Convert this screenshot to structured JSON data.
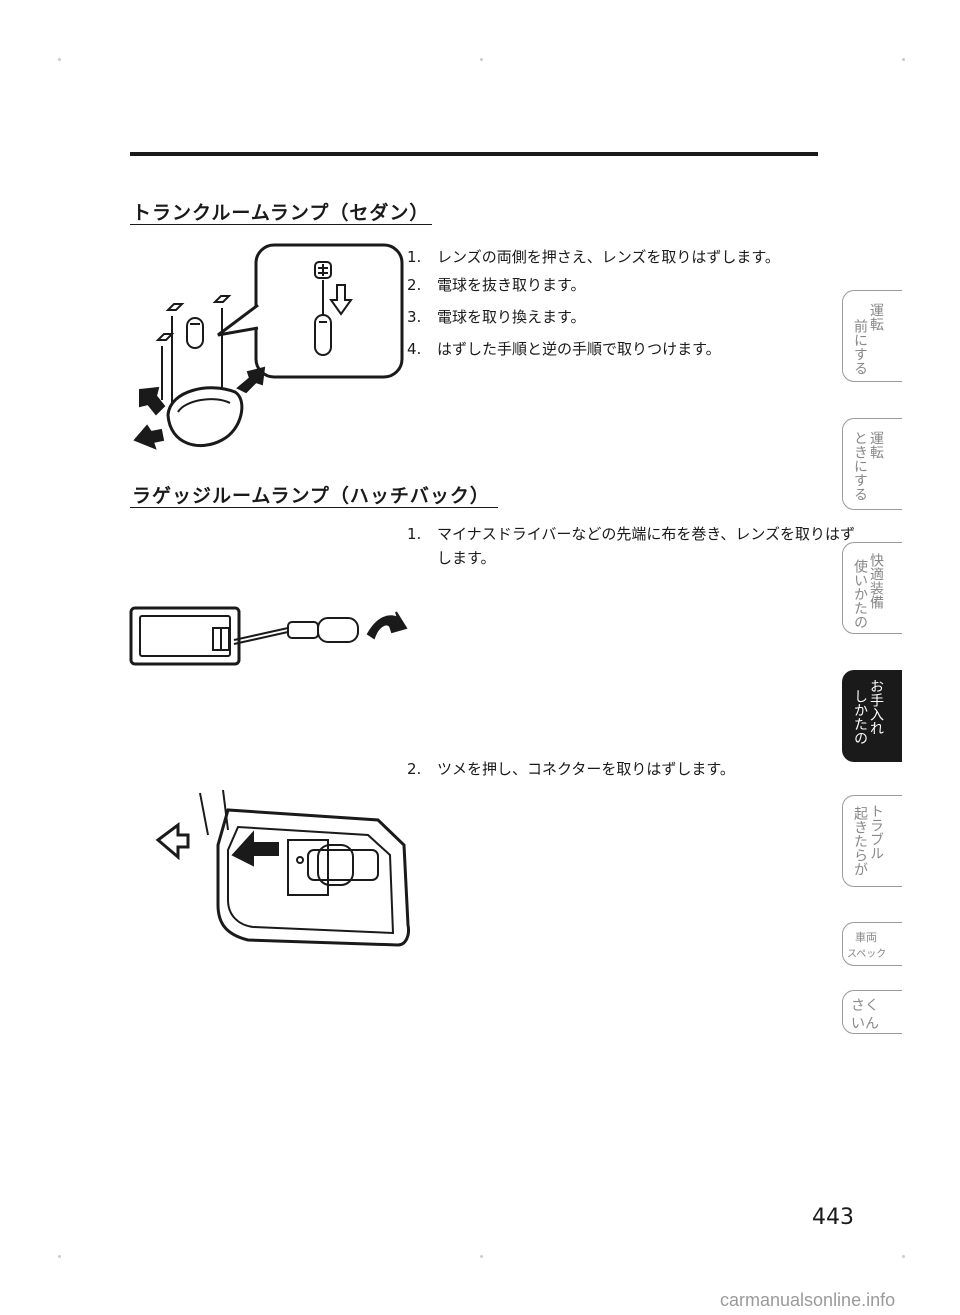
{
  "section1": {
    "heading": "トランクルームランプ（セダン）",
    "steps": [
      {
        "num": "1.",
        "text": "レンズの両側を押さえ、レンズを取りはずします。"
      },
      {
        "num": "2.",
        "text": "電球を抜き取ります。"
      },
      {
        "num": "3.",
        "text": "電球を取り換えます。"
      },
      {
        "num": "4.",
        "text": "はずした手順と逆の手順で取りつけます。"
      }
    ]
  },
  "section2": {
    "heading": "ラゲッジルームランプ（ハッチバック）",
    "step1": {
      "num": "1.",
      "text": "マイナスドライバーなどの先端に布を巻き、レンズを取りはずします。"
    },
    "step2": {
      "num": "2.",
      "text": "ツメを押し、コネクターを取りはずします。"
    }
  },
  "tabs": [
    {
      "col1": "運転",
      "col2": "前にする",
      "active": false
    },
    {
      "col1": "運転",
      "col2": "ときにする",
      "active": false
    },
    {
      "col1": "快適装備",
      "col2": "使いかたの",
      "active": false
    },
    {
      "col1": "お手入れ",
      "col2": "しかたの",
      "active": true
    },
    {
      "col1": "トラブル",
      "col2": "起きたらが",
      "active": false
    },
    {
      "line1": "車両",
      "line2": "スペック",
      "active": false
    },
    {
      "line1": "さく",
      "line2": "いん",
      "active": false
    }
  ],
  "page_number": "443",
  "footer": "carmanualsonline.info"
}
